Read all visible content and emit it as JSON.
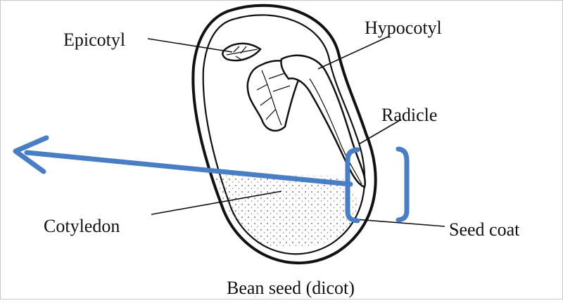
{
  "labels": {
    "epicotyl": "Epicotyl",
    "hypocotyl": "Hypocotyl",
    "radicle": "Radicle",
    "cotyledon": "Cotyledon",
    "seed_coat": "Seed coat"
  },
  "caption": "Bean seed (dicot)",
  "colors": {
    "line": "#111111",
    "annotation": "#4a7ec4",
    "background": "#ffffff",
    "border": "#c8c8c8"
  }
}
